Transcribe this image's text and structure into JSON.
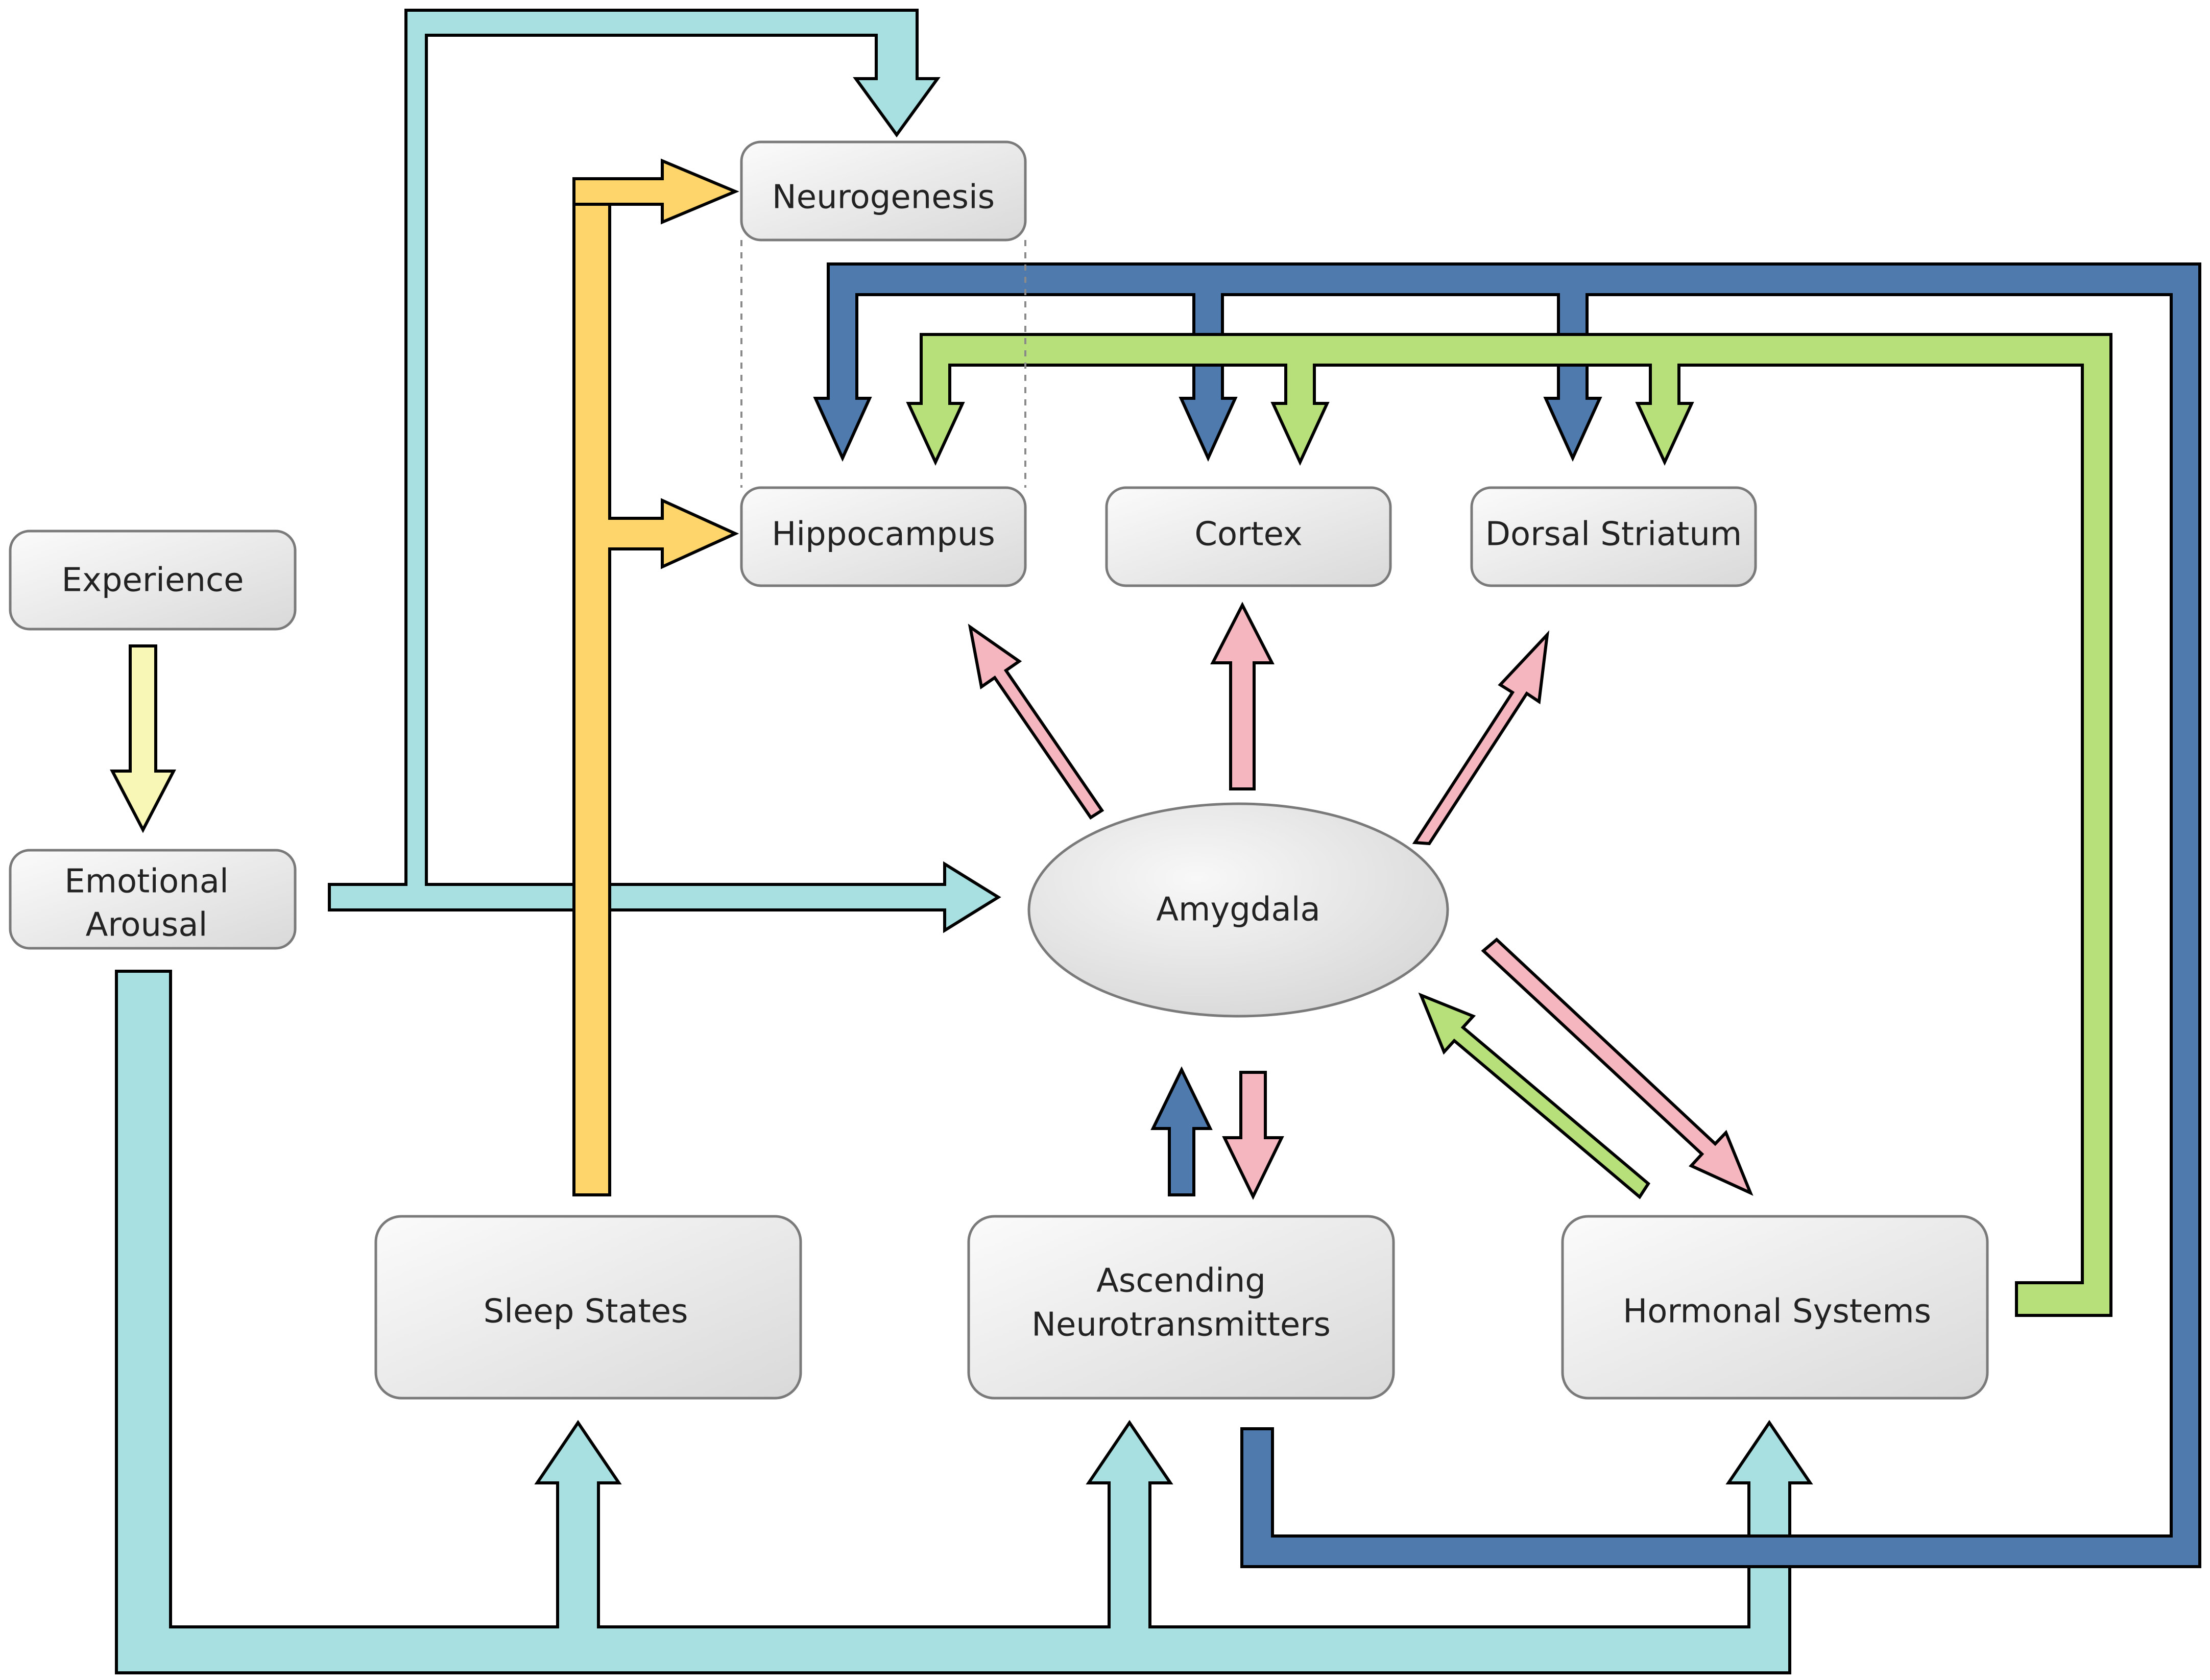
{
  "nodes": {
    "experience": "Experience",
    "emotional_arousal_line1": "Emotional",
    "emotional_arousal_line2": "Arousal",
    "neurogenesis": "Neurogenesis",
    "hippocampus": "Hippocampus",
    "cortex": "Cortex",
    "dorsal_striatum": "Dorsal Striatum",
    "amygdala": "Amygdala",
    "sleep_states": "Sleep States",
    "ascending_line1": "Ascending",
    "ascending_line2": "Neurotransmitters",
    "hormonal_systems": "Hormonal Systems"
  },
  "colors": {
    "cyan": "#a8e0e2",
    "yellow": "#fdd56a",
    "blue": "#4f7aad",
    "green": "#b8e07a",
    "pink": "#f6b6bf",
    "pale_yellow": "#f8f7b6",
    "node_fill_top": "#fafafa",
    "node_fill_bottom": "#dcdcdc",
    "node_stroke": "#7a7a7a"
  }
}
